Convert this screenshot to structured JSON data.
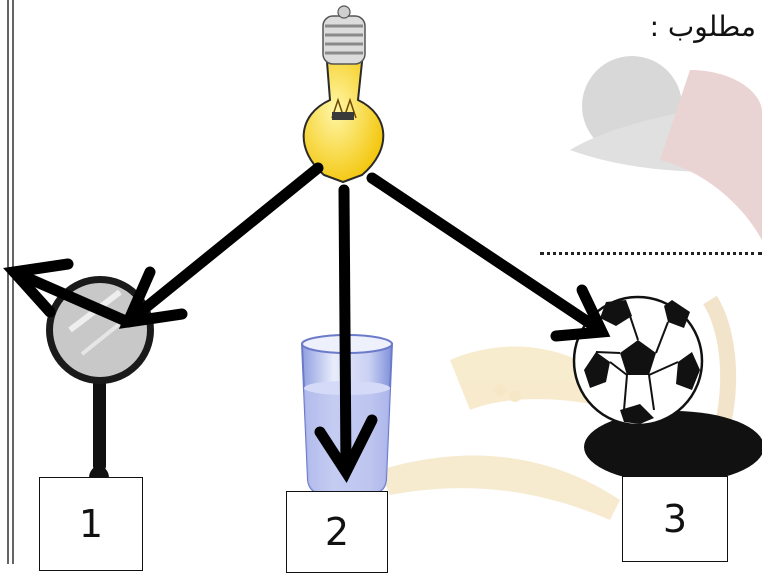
{
  "header": {
    "required_label": "مطلوب :"
  },
  "labels": {
    "box_1": "1",
    "box_2": "2",
    "box_3": "3"
  },
  "colors": {
    "bulb": "#f7d61d",
    "bulb_base": "#d8d8d8",
    "mirror_rim": "#1a1a1a",
    "mirror_glass": "#c8c8c8",
    "water": "#b9c2ef",
    "ball_black": "#111111",
    "arrow": "#000000"
  },
  "diagram": {
    "source": "light-bulb",
    "targets": [
      {
        "id": "1",
        "object": "magnifying-glass",
        "behaviour": "reflection"
      },
      {
        "id": "2",
        "object": "glass-of-water",
        "behaviour": "transmission"
      },
      {
        "id": "3",
        "object": "football",
        "behaviour": "absorption"
      }
    ]
  }
}
